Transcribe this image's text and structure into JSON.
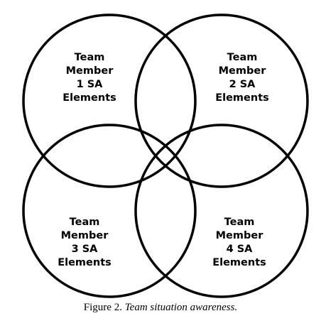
{
  "diagram": {
    "colors": {
      "stroke": "#000000",
      "text": "#000000",
      "background": "#ffffff"
    },
    "members": [
      {
        "lines": [
          "Team",
          "Member",
          "1 SA",
          "Elements"
        ]
      },
      {
        "lines": [
          "Team",
          "Member",
          "2 SA",
          "Elements"
        ]
      },
      {
        "lines": [
          "Team",
          "Member",
          "3 SA",
          "Elements"
        ]
      },
      {
        "lines": [
          "Team",
          "Member",
          "4 SA",
          "Elements"
        ]
      }
    ]
  },
  "caption": {
    "prefix": "Figure 2.",
    "title": "Team situation awareness."
  }
}
